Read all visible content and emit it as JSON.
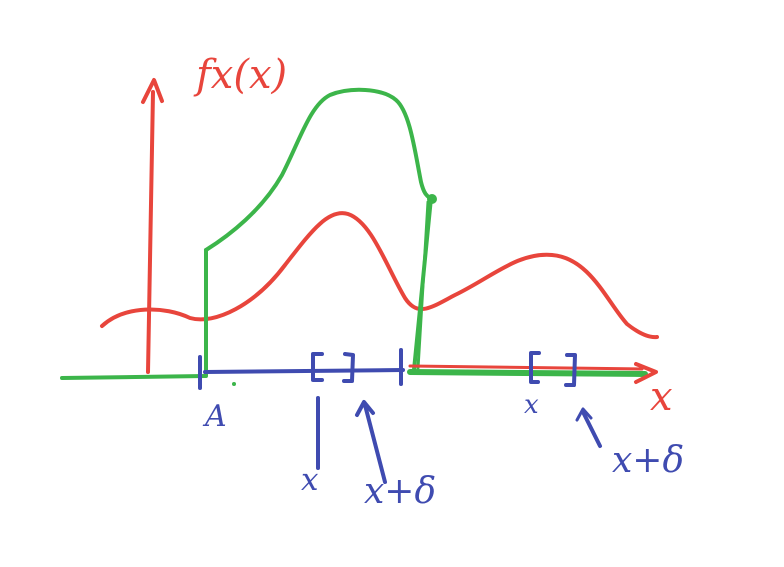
{
  "labels": {
    "density_label": "fx(x)",
    "x_axis_label": "x",
    "point_a": "A",
    "interval_start_left": "x",
    "interval_end_left": "x+δ",
    "interval_start_right": "x",
    "interval_end_right": "x+δ"
  },
  "colors": {
    "red": "#e8453c",
    "green": "#3cb54a",
    "blue": "#3f4bb0"
  }
}
